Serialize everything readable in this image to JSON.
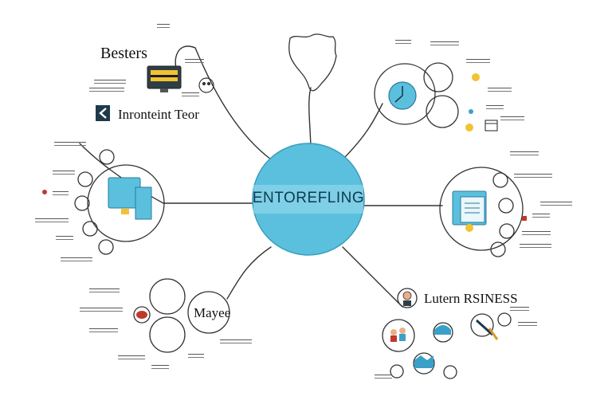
{
  "center": {
    "label": "ENTOREFLING"
  },
  "titles": {
    "top_left_1": "Besters",
    "top_left_2": "Inronteint Teor",
    "mid_bottom": "Mayee",
    "bottom_right": "Lutern RSINESS"
  },
  "colors": {
    "center_fill": "#5bc0de",
    "center_band": "#8fd6ea",
    "accent_blue": "#3aa0c8",
    "accent_yellow": "#f2c230",
    "accent_red": "#c0392b",
    "line": "#333333"
  },
  "icons": [
    "monitor-icon",
    "robot-icon",
    "chevron-icon",
    "clock-icon",
    "calendar-icon",
    "document-icon",
    "person-icon",
    "wrench-icon",
    "map-icon"
  ]
}
